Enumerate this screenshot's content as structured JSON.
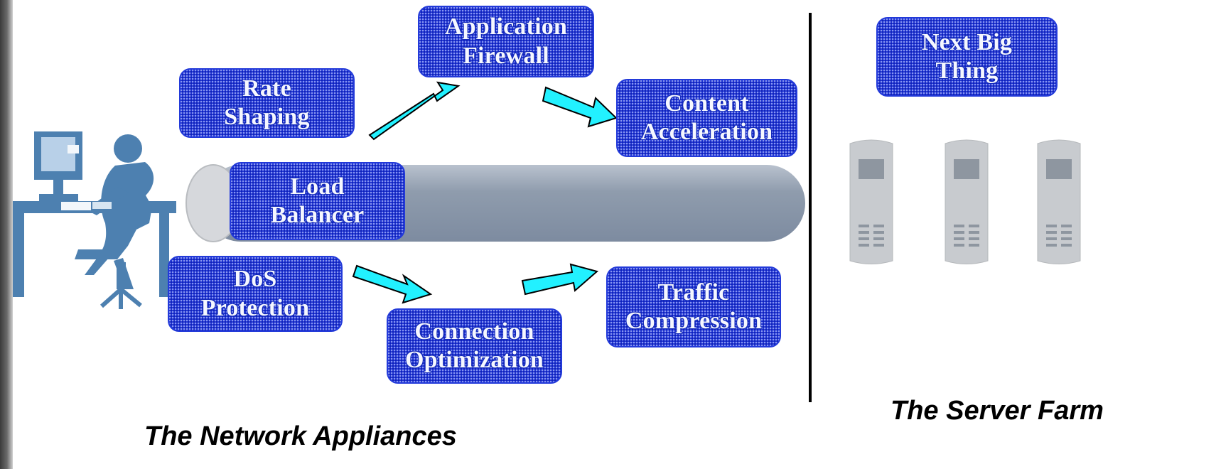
{
  "diagram": {
    "colors": {
      "box_fill": "#1f35d8",
      "arrow_fill": "#22f1ff",
      "pipe_fill": "#8f9cad",
      "pipe_end": "#d6d8dc",
      "figure": "#4d80b0",
      "server": "#c8cbcf",
      "divider": "#000000"
    },
    "icons": {
      "user": "user-at-computer-icon",
      "server": "server-tower-icon"
    },
    "components": {
      "rate_shaping": "Rate\nShaping",
      "application_firewall": "Application\nFirewall",
      "content_acceleration": "Content\nAcceleration",
      "load_balancer": "Load\nBalancer",
      "dos_protection": "DoS\nProtection",
      "connection_optimization": "Connection\nOptimization",
      "traffic_compression": "Traffic\nCompression",
      "next_big_thing": "Next Big\nThing"
    },
    "labels": {
      "network_appliances": "The Network Appliances",
      "server_farm": "The Server Farm"
    }
  }
}
